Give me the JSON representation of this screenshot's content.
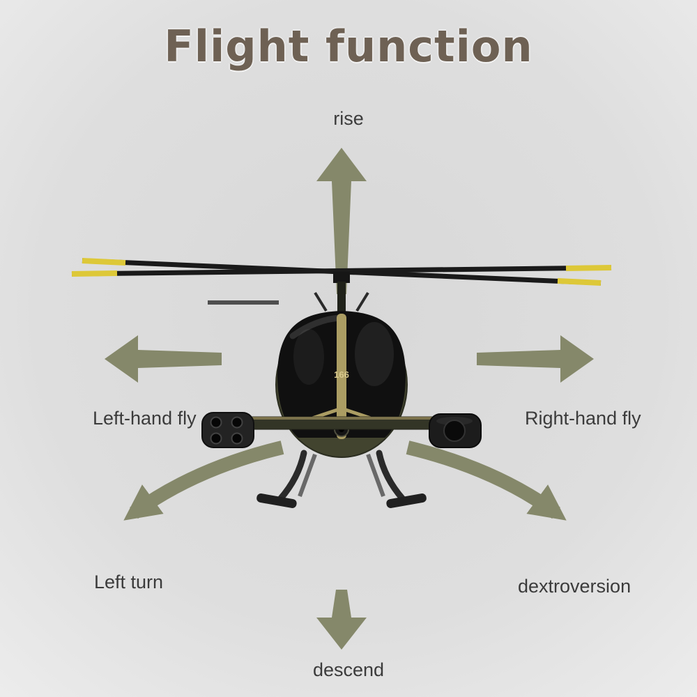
{
  "title": "Flight function",
  "labels": {
    "rise": "rise",
    "left_hand_fly": "Left-hand fly",
    "right_hand_fly": "Right-hand fly",
    "left_turn": "Left turn",
    "dextroversion": "dextroversion",
    "descend": "descend"
  },
  "helicopter": {
    "model_number": "166"
  },
  "colors": {
    "background": "#dedede",
    "title_text": "#6e6154",
    "label_text": "#3b3b3b",
    "arrow": "#85886a",
    "body_olive": "#42442f",
    "canopy_black": "#101010",
    "trim_tan": "#ab9d63",
    "rotor_black": "#1a1a1a",
    "rotor_tip_yellow": "#ddc838"
  }
}
